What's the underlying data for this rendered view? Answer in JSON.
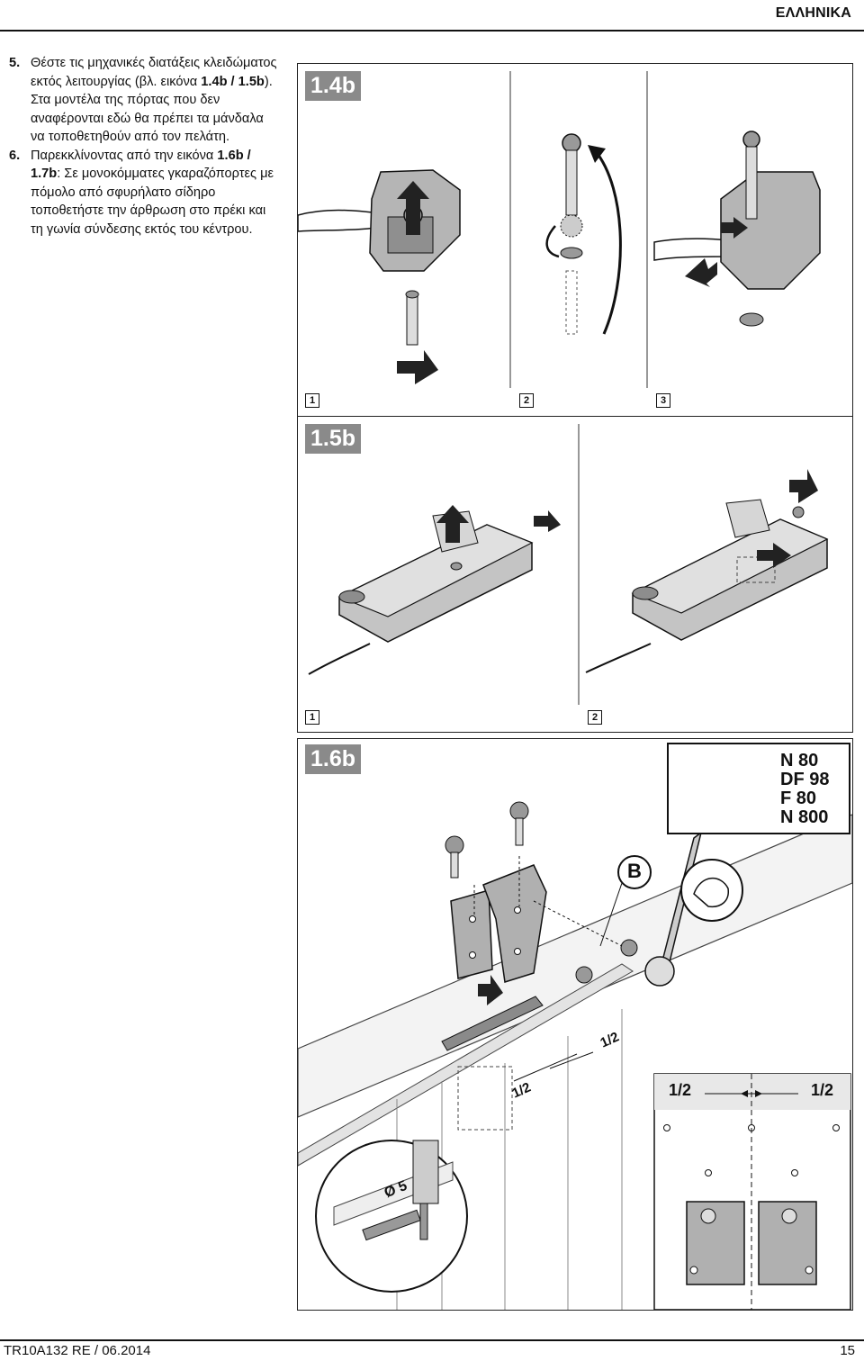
{
  "header": {
    "language": "ΕΛΛΗΝΙΚΑ"
  },
  "instructions": [
    {
      "number": "5.",
      "pre": "Θέστε τις μηχανικές διατάξεις κλειδώματος εκτός λειτουργίας (βλ. εικόνα ",
      "bold": "1.4b / 1.5b",
      "post": "). Στα μοντέλα της πόρτας που δεν αναφέρονται εδώ θα πρέπει τα μάνδαλα να τοποθετηθούν από τον πελάτη."
    },
    {
      "number": "6.",
      "pre": "Παρεκκλίνοντας από την εικόνα ",
      "bold": "1.6b / 1.7b",
      "post": ": Σε μονοκόμματες γκαραζόπορτες με πόμολο από σφυρήλατο σίδηρο τοποθετήστε την άρθρωση στο πρέκι και τη γωνία σύνδεσης εκτός του κέντρου."
    }
  ],
  "figures": {
    "fig14b": {
      "label": "1.4b",
      "steps": [
        "1",
        "2",
        "3"
      ]
    },
    "fig15b": {
      "label": "1.5b",
      "steps": [
        "1",
        "2"
      ]
    },
    "fig16b": {
      "label": "1.6b",
      "models": [
        "N 80",
        "DF 98",
        "F 80",
        "N 800"
      ],
      "callout_b": "B",
      "half_left": "1/2",
      "half_right": "1/2",
      "half_a": "1/2",
      "half_b": "1/2",
      "drill": "Ø 5"
    }
  },
  "footer": {
    "doc_code": "TR10A132  RE / 06.2014",
    "page": "15"
  }
}
